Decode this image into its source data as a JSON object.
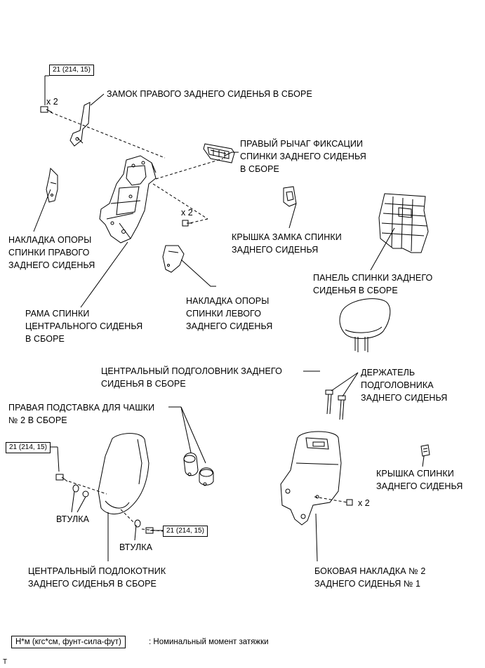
{
  "torque_boxes": [
    "21 (214, 15)",
    "21 (214, 15)",
    "21 (214, 15)"
  ],
  "quantities": [
    "x 2",
    "x 2",
    "x 2"
  ],
  "labels": {
    "right_rear_seat_lock": "ЗАМОК ПРАВОГО ЗАДНЕГО СИДЕНЬЯ В СБОРЕ",
    "right_lever": [
      "ПРАВЫЙ РЫЧАГ ФИКСАЦИИ",
      "СПИНКИ ЗАДНЕГО СИДЕНЬЯ",
      "В СБОРЕ"
    ],
    "right_hinge_cover": [
      "НАКЛАДКА ОПОРЫ",
      "СПИНКИ ПРАВОГО",
      "ЗАДНЕГО СИДЕНЬЯ"
    ],
    "lock_cover": [
      "КРЫШКА ЗАМКА СПИНКИ",
      "ЗАДНЕГО СИДЕНЬЯ"
    ],
    "back_panel": [
      "ПАНЕЛЬ СПИНКИ ЗАДНЕГО",
      "СИДЕНЬЯ В СБОРЕ"
    ],
    "center_frame": [
      "РАМА СПИНКИ",
      "ЦЕНТРАЛЬНОГО СИДЕНЬЯ",
      "В СБОРЕ"
    ],
    "left_hinge_cover": [
      "НАКЛАДКА ОПОРЫ",
      "СПИНКИ ЛЕВОГО",
      "ЗАДНЕГО СИДЕНЬЯ"
    ],
    "center_headrest": [
      "ЦЕНТРАЛЬНЫЙ ПОДГОЛОВНИК ЗАДНЕГО",
      "СИДЕНЬЯ В СБОРЕ"
    ],
    "headrest_holder": [
      "ДЕРЖАТЕЛЬ",
      "ПОДГОЛОВНИКА",
      "ЗАДНЕГО СИДЕНЬЯ"
    ],
    "cup_holder": [
      "ПРАВАЯ ПОДСТАВКА ДЛЯ ЧАШКИ",
      "№ 2 В СБОРЕ"
    ],
    "bushing_1": "ВТУЛКА",
    "bushing_2": "ВТУЛКА",
    "back_cover": [
      "КРЫШКА СПИНКИ",
      "ЗАДНЕГО СИДЕНЬЯ"
    ],
    "armrest": [
      "ЦЕНТРАЛЬНЫЙ ПОДЛОКОТНИК",
      "ЗАДНЕГО СИДЕНЬЯ В СБОРЕ"
    ],
    "side_cover": [
      "БОКОВАЯ НАКЛАДКА № 2",
      "ЗАДНЕГО СИДЕНЬЯ № 1"
    ]
  },
  "legend": {
    "unit_box": "Н*м (кгс*см, фунт-сила-фут)",
    "description": ": Номинальный момент затяжки"
  },
  "footer_code": "T"
}
